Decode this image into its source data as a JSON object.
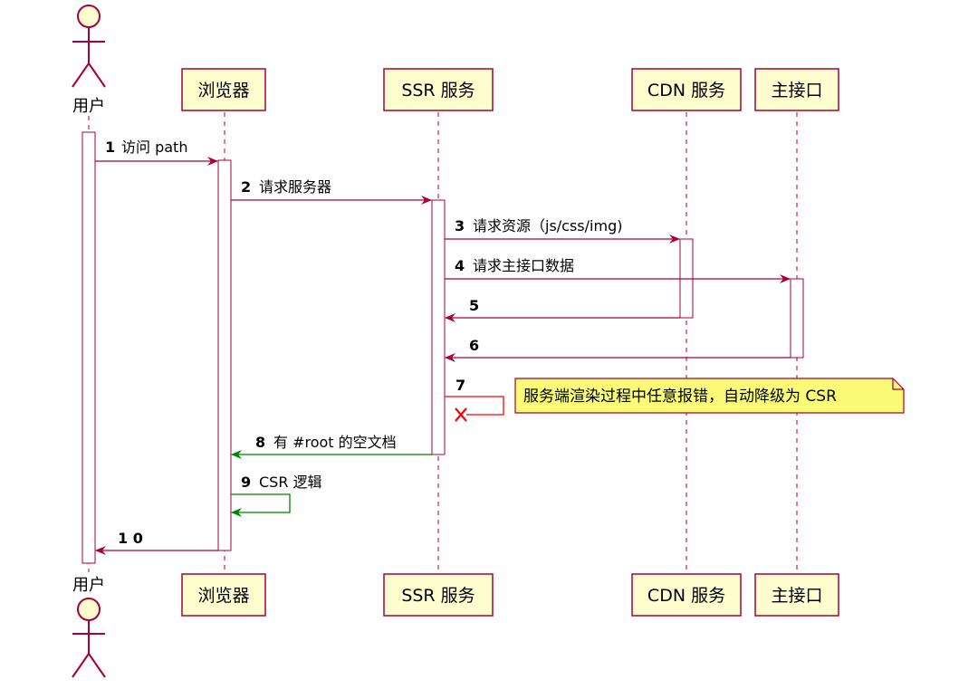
{
  "participants": [
    {
      "id": "user",
      "label": "用户",
      "kind": "actor"
    },
    {
      "id": "browser",
      "label": "浏览器",
      "kind": "box"
    },
    {
      "id": "ssr",
      "label": "SSR 服务",
      "kind": "box"
    },
    {
      "id": "cdn",
      "label": "CDN 服务",
      "kind": "box"
    },
    {
      "id": "api",
      "label": "主接口",
      "kind": "box"
    }
  ],
  "messages": [
    {
      "num": "1",
      "text": "访问 path",
      "from": "user",
      "to": "browser",
      "color": "#A80036"
    },
    {
      "num": "2",
      "text": "请求服务器",
      "from": "browser",
      "to": "ssr",
      "color": "#A80036"
    },
    {
      "num": "3",
      "text": "请求资源（js/css/img)",
      "from": "ssr",
      "to": "cdn",
      "color": "#A80036"
    },
    {
      "num": "4",
      "text": "请求主接口数据",
      "from": "ssr",
      "to": "api",
      "color": "#A80036"
    },
    {
      "num": "5",
      "text": "",
      "from": "cdn",
      "to": "ssr",
      "color": "#A80036"
    },
    {
      "num": "6",
      "text": "",
      "from": "api",
      "to": "ssr",
      "color": "#A80036"
    },
    {
      "num": "7",
      "text": "",
      "from": "ssr",
      "to": "ssr",
      "color": "#FF0000",
      "end": "cross"
    },
    {
      "num": "8",
      "text": "有 #root 的空文档",
      "from": "ssr",
      "to": "browser",
      "color": "#008000"
    },
    {
      "num": "9",
      "text": "CSR 逻辑",
      "from": "browser",
      "to": "browser",
      "color": "#008000"
    },
    {
      "num": "1 0",
      "text": "",
      "from": "browser",
      "to": "user",
      "color": "#A80036"
    }
  ],
  "note": {
    "text": "服务端渲染过程中任意报错，自动降级为 CSR"
  },
  "colors": {
    "border": "#A80036",
    "box_fill": "#FEFECE",
    "note_fill": "#FBFB77",
    "error": "#FF0000",
    "success": "#008000"
  }
}
